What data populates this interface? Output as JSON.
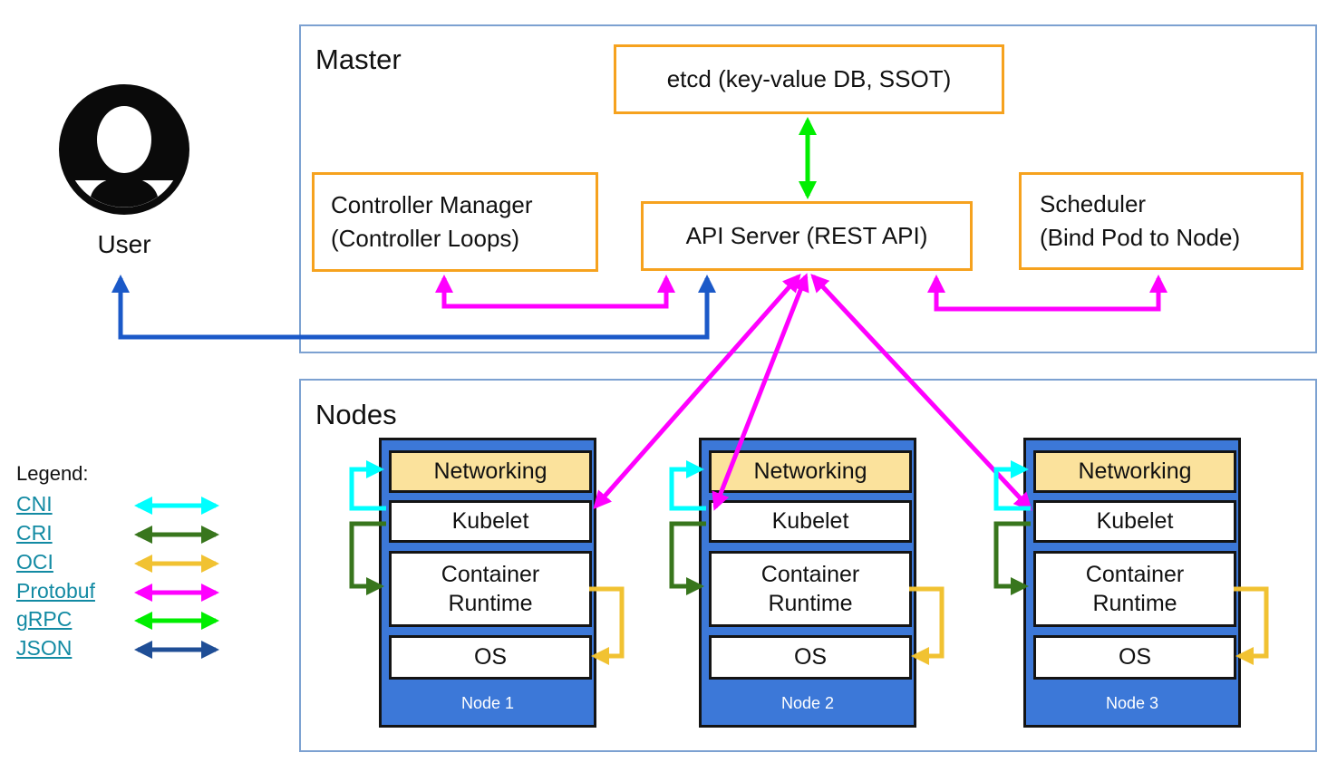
{
  "user": {
    "label": "User"
  },
  "master": {
    "title": "Master",
    "etcd": {
      "label": "etcd (key-value DB, SSOT)"
    },
    "controller_manager": {
      "line1": "Controller Manager",
      "line2": "(Controller Loops)"
    },
    "api_server": {
      "label": "API Server (REST API)"
    },
    "scheduler": {
      "line1": "Scheduler",
      "line2": "(Bind Pod to Node)"
    }
  },
  "nodes_section": {
    "title": "Nodes",
    "nodes": [
      {
        "label": "Node 1",
        "layers": [
          "Networking",
          "Kubelet",
          "Container Runtime",
          "OS"
        ]
      },
      {
        "label": "Node 2",
        "layers": [
          "Networking",
          "Kubelet",
          "Container Runtime",
          "OS"
        ]
      },
      {
        "label": "Node 3",
        "layers": [
          "Networking",
          "Kubelet",
          "Container Runtime",
          "OS"
        ]
      }
    ]
  },
  "legend": {
    "title": "Legend:",
    "items": [
      {
        "label": "CNI",
        "color": "#00FFFF"
      },
      {
        "label": "CRI",
        "color": "#38761D"
      },
      {
        "label": "OCI",
        "color": "#F1C232"
      },
      {
        "label": "Protobuf",
        "color": "#FF00FF"
      },
      {
        "label": "gRPC",
        "color": "#00EE00"
      },
      {
        "label": "JSON",
        "color": "#1F4E96"
      }
    ]
  },
  "colors": {
    "section_border": "#7CA1D1",
    "component_border": "#F6A21E",
    "node_fill": "#3C78D8",
    "networking_fill": "#FBE29C",
    "user_api_arrow": "#1B59C8",
    "api_kubelet_arrow": "#FF00FF",
    "etcd_api_arrow": "#00EE00",
    "legend_link": "#128AA3"
  }
}
